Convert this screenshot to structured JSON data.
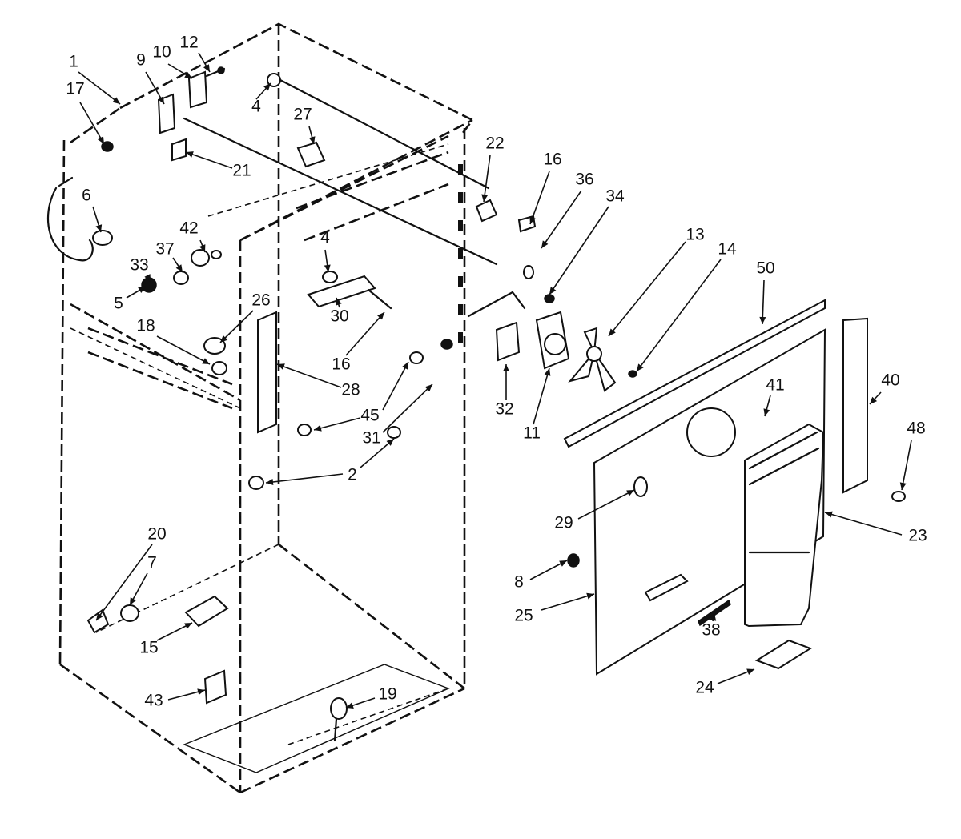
{
  "diagram": {
    "callouts": [
      {
        "id": "1",
        "label": "1"
      },
      {
        "id": "17",
        "label": "17"
      },
      {
        "id": "9",
        "label": "9"
      },
      {
        "id": "10",
        "label": "10"
      },
      {
        "id": "12",
        "label": "12"
      },
      {
        "id": "4a",
        "label": "4"
      },
      {
        "id": "27",
        "label": "27"
      },
      {
        "id": "21",
        "label": "21"
      },
      {
        "id": "6",
        "label": "6"
      },
      {
        "id": "37",
        "label": "37"
      },
      {
        "id": "42",
        "label": "42"
      },
      {
        "id": "33",
        "label": "33"
      },
      {
        "id": "5",
        "label": "5"
      },
      {
        "id": "18",
        "label": "18"
      },
      {
        "id": "26",
        "label": "26"
      },
      {
        "id": "4b",
        "label": "4"
      },
      {
        "id": "30",
        "label": "30"
      },
      {
        "id": "16b",
        "label": "16"
      },
      {
        "id": "28",
        "label": "28"
      },
      {
        "id": "45",
        "label": "45"
      },
      {
        "id": "31",
        "label": "31"
      },
      {
        "id": "2",
        "label": "2"
      },
      {
        "id": "22",
        "label": "22"
      },
      {
        "id": "16a",
        "label": "16"
      },
      {
        "id": "36",
        "label": "36"
      },
      {
        "id": "34",
        "label": "34"
      },
      {
        "id": "13",
        "label": "13"
      },
      {
        "id": "14",
        "label": "14"
      },
      {
        "id": "50",
        "label": "50"
      },
      {
        "id": "32",
        "label": "32"
      },
      {
        "id": "11",
        "label": "11"
      },
      {
        "id": "41",
        "label": "41"
      },
      {
        "id": "40",
        "label": "40"
      },
      {
        "id": "48",
        "label": "48"
      },
      {
        "id": "23",
        "label": "23"
      },
      {
        "id": "29",
        "label": "29"
      },
      {
        "id": "8",
        "label": "8"
      },
      {
        "id": "25",
        "label": "25"
      },
      {
        "id": "38",
        "label": "38"
      },
      {
        "id": "24",
        "label": "24"
      },
      {
        "id": "20",
        "label": "20"
      },
      {
        "id": "7",
        "label": "7"
      },
      {
        "id": "15",
        "label": "15"
      },
      {
        "id": "43",
        "label": "43"
      },
      {
        "id": "19",
        "label": "19"
      }
    ]
  }
}
